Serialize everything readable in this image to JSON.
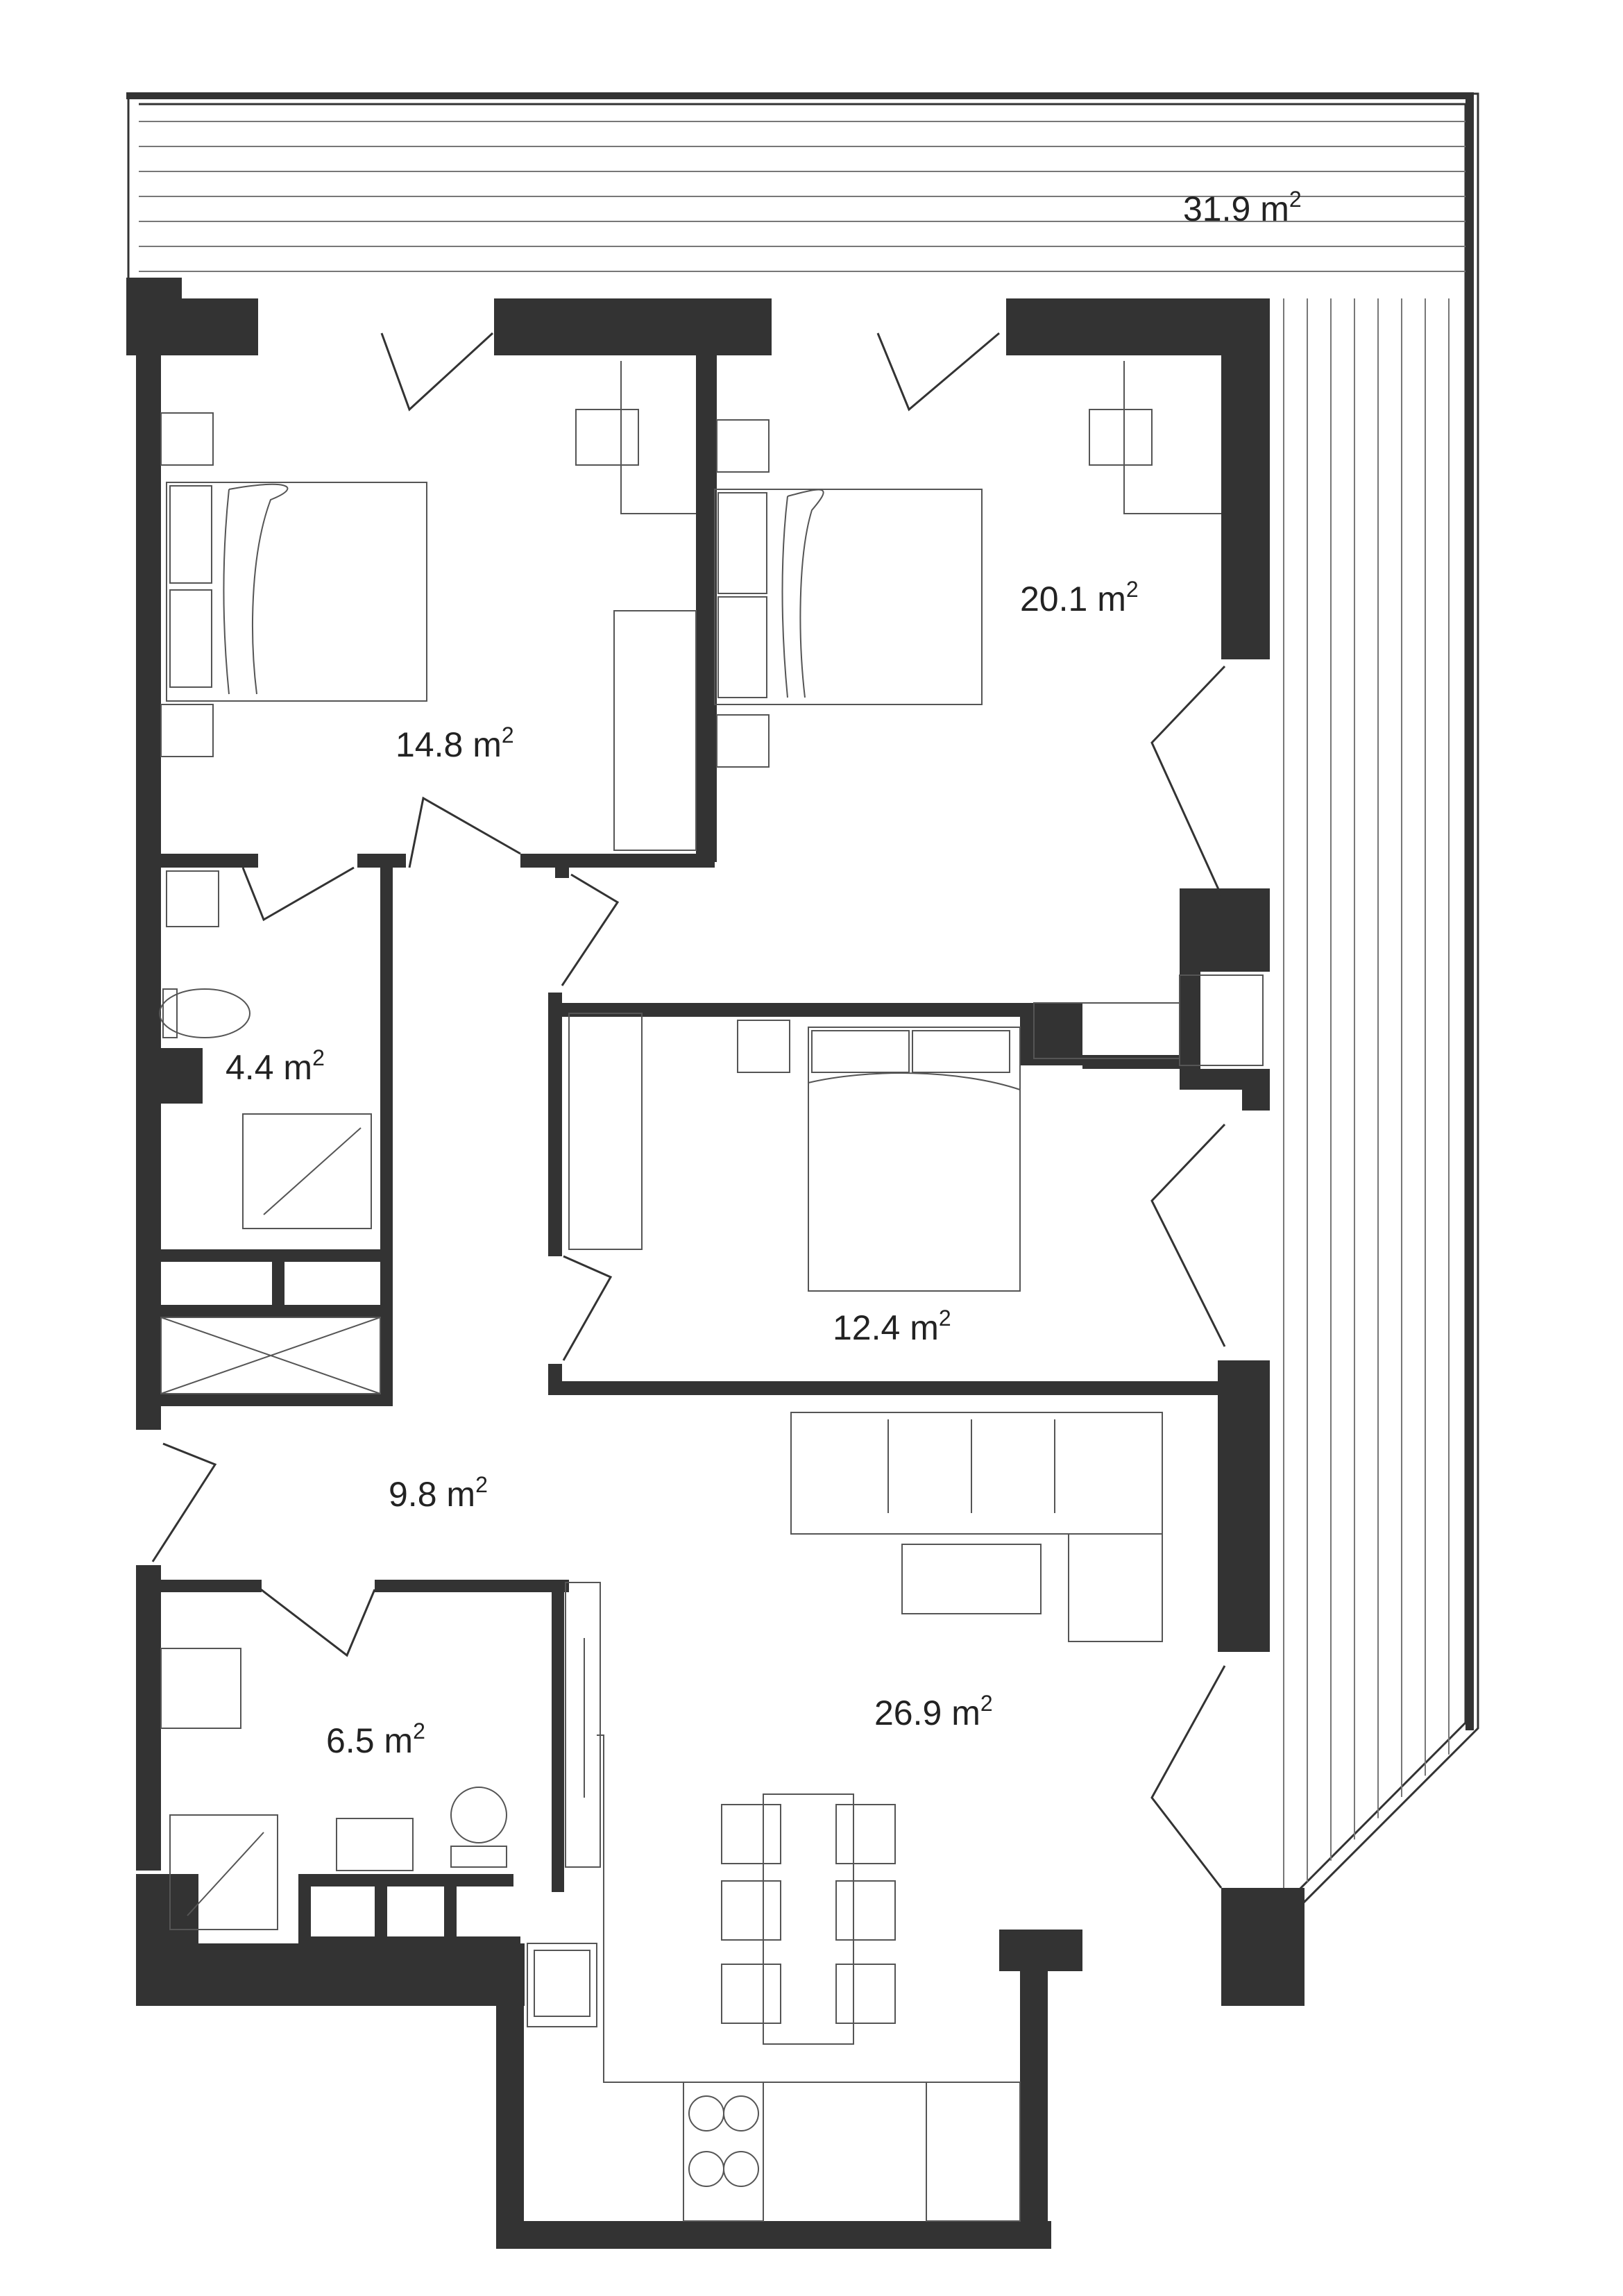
{
  "plan": {
    "areas": [
      {
        "id": "terrace",
        "value": "31.9",
        "unit": "m",
        "power": "2"
      },
      {
        "id": "bedroom-1",
        "value": "14.8",
        "unit": "m",
        "power": "2"
      },
      {
        "id": "bedroom-2",
        "value": "20.1",
        "unit": "m",
        "power": "2"
      },
      {
        "id": "bathroom-1",
        "value": "4.4",
        "unit": "m",
        "power": "2"
      },
      {
        "id": "bedroom-3",
        "value": "12.4",
        "unit": "m",
        "power": "2"
      },
      {
        "id": "hallway",
        "value": "9.8",
        "unit": "m",
        "power": "2"
      },
      {
        "id": "bathroom-2",
        "value": "6.5",
        "unit": "m",
        "power": "2"
      },
      {
        "id": "living-kitchen",
        "value": "26.9",
        "unit": "m",
        "power": "2"
      }
    ],
    "colors": {
      "wall": "#333333",
      "line": "#555555",
      "background": "#ffffff"
    }
  }
}
